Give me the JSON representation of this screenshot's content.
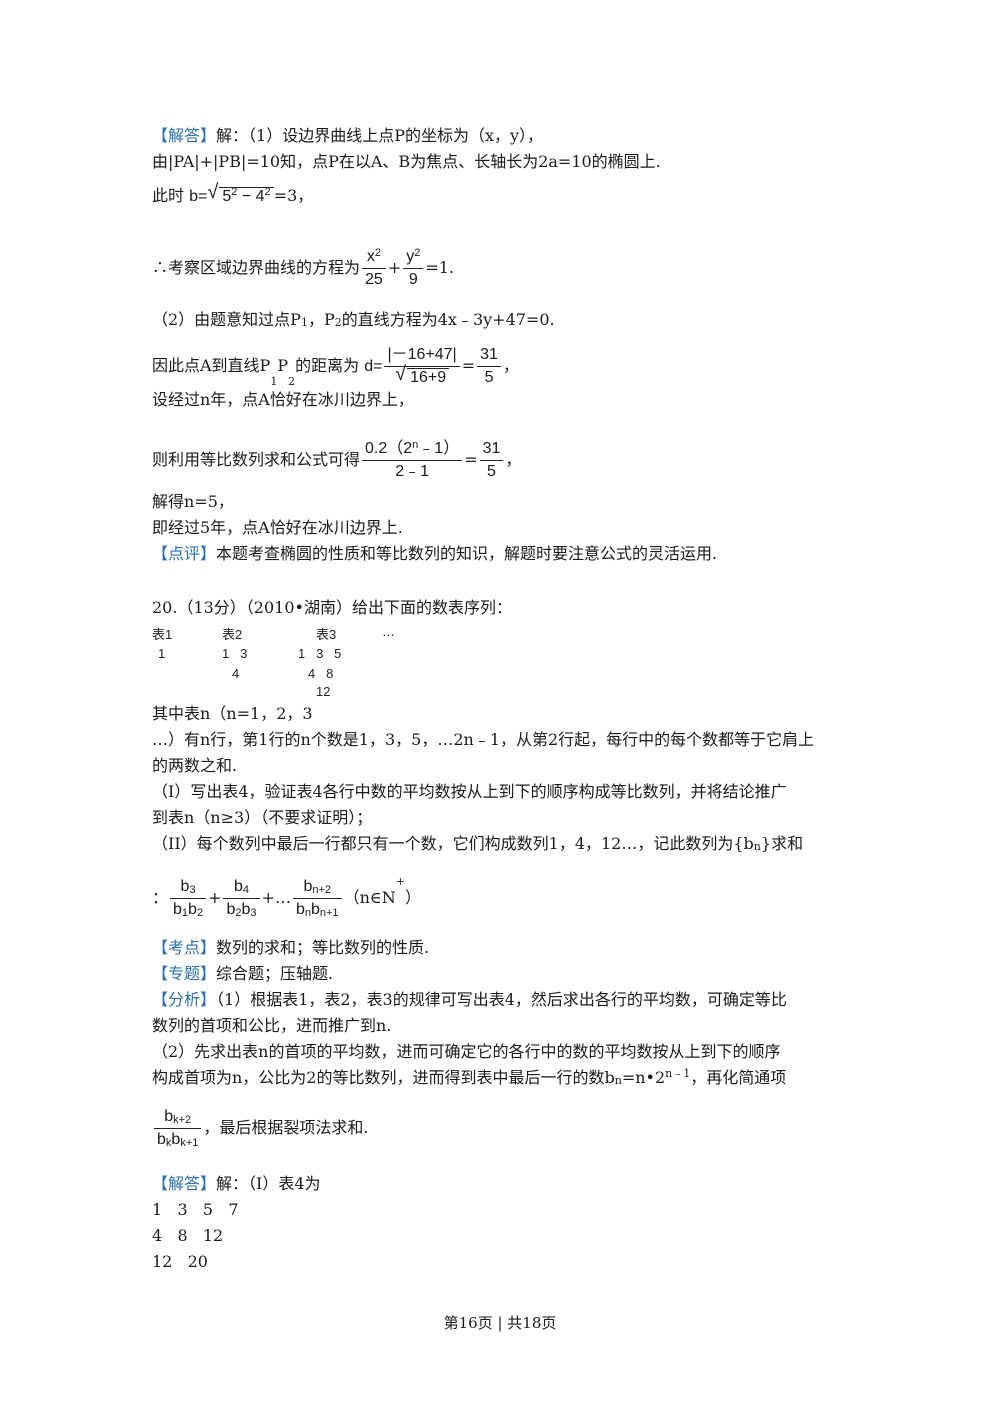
{
  "part1": {
    "answer_tag": "【解答】",
    "l1": "解：（1）设边界曲线上点P的坐标为（x，y），",
    "l2": "由|PA|+|PB|=10知，点P在以A、B为焦点、长轴长为2a=10的椭圆上.",
    "l3_prefix": "此时",
    "l3_b": "b=",
    "l3_rad_a": "5",
    "l3_rad_b": "4",
    "l3_sup": "2",
    "l3_minus": " − ",
    "l3_suffix": "=3，",
    "l4_prefix": "∴考察区域边界曲线的方程为",
    "l4_xnum": "x",
    "l4_xden": "25",
    "l4_ynum": "y",
    "l4_yden": "9",
    "l4_plus": "+",
    "l4_suffix": "=1.",
    "l5_a": "（2）由题意知过点P",
    "l5_sub1": "1",
    "l5_b": "，P",
    "l5_sub2": "2",
    "l5_c": "的直线方程为4x﹣3y+47=0.",
    "l6_a": "因此点A到直线P",
    "l6_sub1": "1",
    "l6_b": "P",
    "l6_sub2": "2",
    "l6_c": "的距离为",
    "l6_d": "d=",
    "l6_num": "|－16+47|",
    "l6_den": "16+9",
    "l6_eq": "=",
    "l6_rnum": "31",
    "l6_rden": "5",
    "l6_comma": "，",
    "l7": "设经过n年，点A恰好在冰川边界上，",
    "l8_prefix": "则利用等比数列求和公式可得",
    "l8_num_a": "0.2（2",
    "l8_num_sup": "n",
    "l8_num_b": "﹣1）",
    "l8_den": "2﹣1",
    "l8_eq": "=",
    "l8_rnum": "31",
    "l8_rden": "5",
    "l8_comma": "，",
    "l9": "解得n=5，",
    "l10": "即经过5年，点A恰好在冰川边界上.",
    "comment_tag": "【点评】",
    "comment": "本题考查椭圆的性质和等比数列的知识，解题时要注意公式的灵活运用."
  },
  "q20": {
    "title": "20.（13分）（2010•湖南）给出下面的数表序列：",
    "tables": {
      "t1_label": "表1",
      "t2_label": "表2",
      "t3_label": "表3",
      "ellipsis": "…",
      "t1_r1": "1",
      "t2_r1": "1   3",
      "t2_r2": "4",
      "t3_r1": "1   3   5",
      "t3_r2": "4   8",
      "t3_r3": "12"
    },
    "l1": "其中表n（n=1，2，3",
    "l2": "…）有n行，第1行的n个数是1，3，5，…2n﹣1，从第2行起，每行中的每个数都等于它肩上",
    "l3": "的两数之和.",
    "l4": "（I）写出表4，验证表4各行中数的平均数按从上到下的顺序构成等比数列，并将结论推广",
    "l5": "到表n（n≥3）（不要求证明）；",
    "l6_a": "（II）每个数列中最后一行都只有一个数，它们构成数列1，4，12…，记此数列为{b",
    "l6_sub": "n",
    "l6_b": "}求和",
    "l7_colon": "：",
    "f1_num": "b",
    "f1_num_sub": "3",
    "f1_den": "b",
    "f1_den_sub1": "1",
    "f1_den_b": "b",
    "f1_den_sub2": "2",
    "plus1": "+",
    "f2_num": "b",
    "f2_num_sub": "4",
    "f2_den": "b",
    "f2_den_sub1": "2",
    "f2_den_b": "b",
    "f2_den_sub2": "3",
    "plus_dots": "+…",
    "f3_num": "b",
    "f3_num_sub": "n+2",
    "f3_den": "b",
    "f3_den_sub1": "n",
    "f3_den_b": "b",
    "f3_den_sub2": "n+1",
    "l7_cond_a": "（n∈N",
    "l7_cond_sup": "+",
    "l7_cond_b": "）"
  },
  "analysis": {
    "kd_tag": "【考点】",
    "kd": "数列的求和；等比数列的性质.",
    "zt_tag": "【专题】",
    "zt": "综合题；压轴题.",
    "fx_tag": "【分析】",
    "fx1": "（1）根据表1，表2，表3的规律可写出表4，然后求出各行的平均数，可确定等比",
    "fx2": "数列的首项和公比，进而推广到n.",
    "fx3": "（2）先求出表n的首项的平均数，进而可确定它的各行中的数的平均数按从上到下的顺序",
    "fx4_a": "构成首项为n，公比为2的等比数列，进而得到表中最后一行的数b",
    "fx4_sub": "n",
    "fx4_b": "=n•2",
    "fx4_sup": "n﹣1",
    "fx4_c": "，再化简通项",
    "fx5_num": "b",
    "fx5_num_sub": "k+2",
    "fx5_den": "b",
    "fx5_den_sub1": "k",
    "fx5_den_b": "b",
    "fx5_den_sub2": "k+1",
    "fx5_text": "，最后根据裂项法求和."
  },
  "answer2": {
    "tag": "【解答】",
    "l1": "解：（I）表4为",
    "r1": "1   3   5   7",
    "r2": "4   8   12",
    "r3": "12   20"
  },
  "footer": {
    "text": "第16页 | 共18页"
  }
}
